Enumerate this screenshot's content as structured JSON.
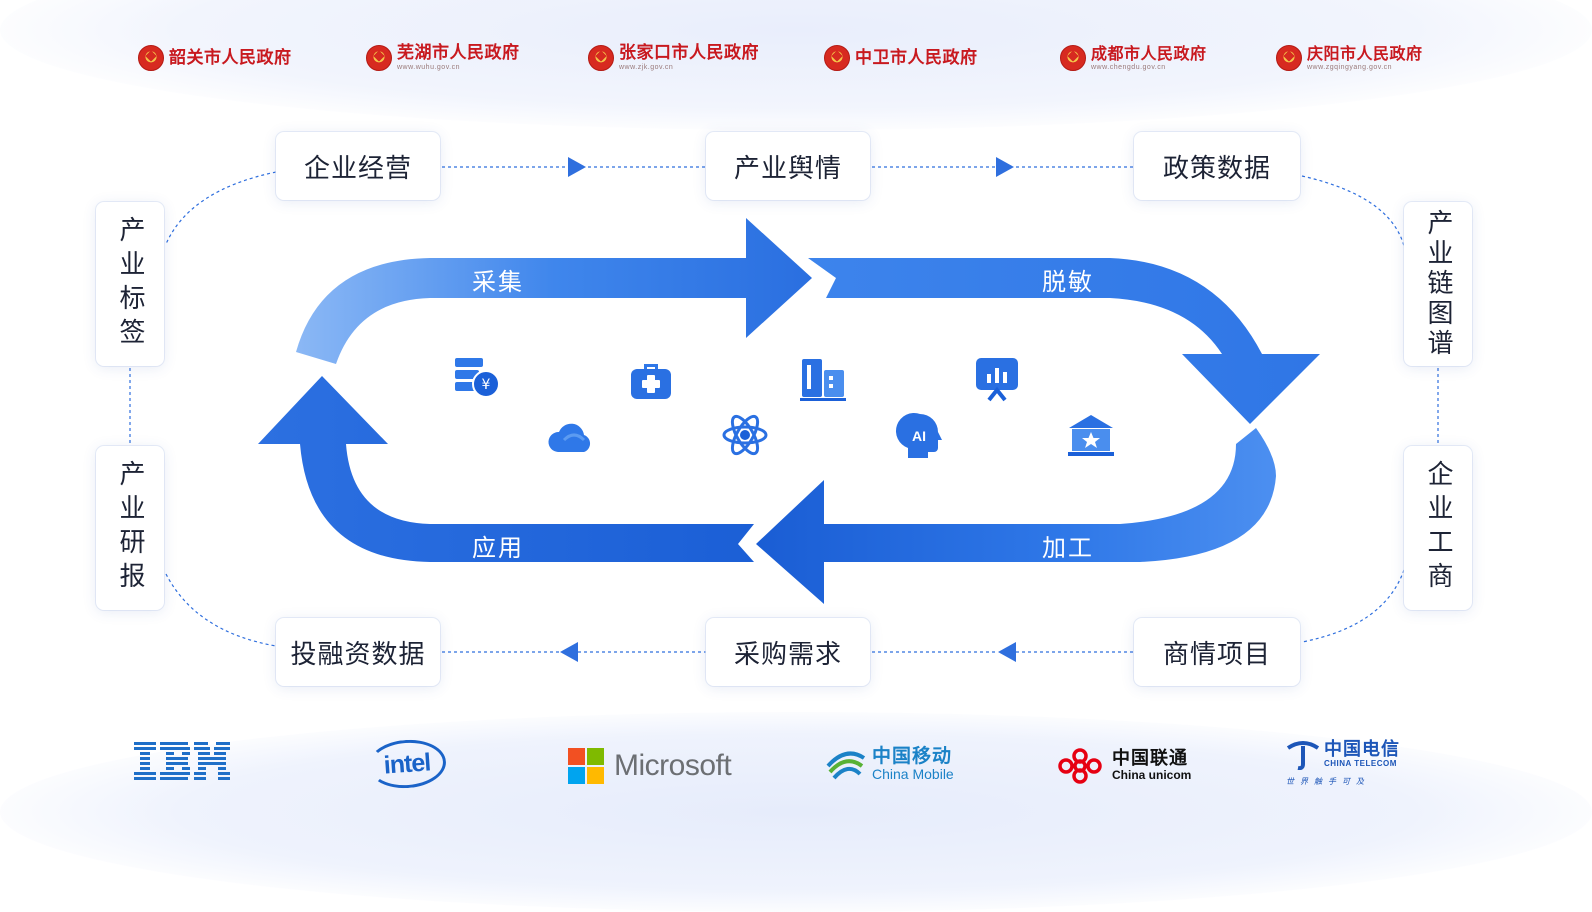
{
  "governments": [
    {
      "name": "韶关市人民政府",
      "url": ""
    },
    {
      "name": "芜湖市人民政府",
      "url": "www.wuhu.gov.cn"
    },
    {
      "name": "张家口市人民政府",
      "url": "www.zjk.gov.cn"
    },
    {
      "name": "中卫市人民政府",
      "url": ""
    },
    {
      "name": "成都市人民政府",
      "url": "www.chengdu.gov.cn"
    },
    {
      "name": "庆阳市人民政府",
      "url": "www.zgqingyang.gov.cn"
    }
  ],
  "data_sources": {
    "top": [
      "企业经营",
      "产业舆情",
      "政策数据"
    ],
    "bottom": [
      "投融资数据",
      "采购需求",
      "商情项目"
    ],
    "left": [
      "产业标签",
      "产业研报"
    ],
    "right": [
      "产业链图谱",
      "企业工商"
    ]
  },
  "cycle": {
    "collect": "采集",
    "desensitize": "脱敏",
    "process": "加工",
    "apply": "应用"
  },
  "center_icons": [
    "finance-icon",
    "medical-kit-icon",
    "buildings-icon",
    "presentation-chart-icon",
    "cloud-icon",
    "atom-icon",
    "ai-head-icon",
    "government-building-icon"
  ],
  "partners": {
    "ibm": "IBM",
    "intel": "intel",
    "microsoft": "Microsoft",
    "china_mobile": {
      "cn": "中国移动",
      "en": "China Mobile"
    },
    "china_unicom": {
      "cn": "中国联通",
      "en": "China unicom"
    },
    "china_telecom": {
      "cn": "中国电信",
      "en": "CHINA TELECOM",
      "slogan": "世界触手可及"
    }
  },
  "colors": {
    "arrow_light": "#7fb0f4",
    "arrow_mid": "#3f86ec",
    "arrow_dark": "#1a5fd6",
    "connector": "#2f6fde",
    "gov_red": "#c8191f"
  }
}
